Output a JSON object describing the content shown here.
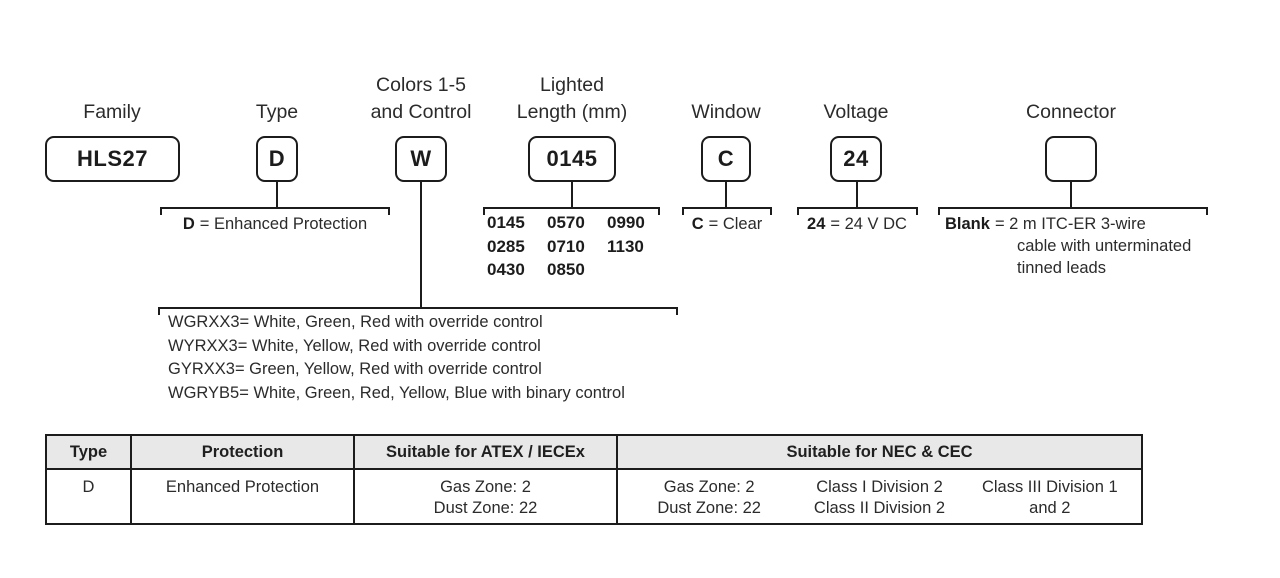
{
  "palette": {
    "ink": "#1c1c1c",
    "text": "#2b2b2b",
    "table_header_bg": "#e8e8e8",
    "background": "#ffffff"
  },
  "fields": [
    {
      "label": "Family",
      "value": "HLS27"
    },
    {
      "label": "Type",
      "value": "D"
    },
    {
      "label": "Colors 1-5",
      "label2": "and Control",
      "value": "W"
    },
    {
      "label": "Lighted",
      "label2": "Length (mm)",
      "value": "0145"
    },
    {
      "label": "Window",
      "value": "C"
    },
    {
      "label": "Voltage",
      "value": "24"
    },
    {
      "label": "Connector",
      "value": ""
    }
  ],
  "notes": {
    "type": {
      "code": "D",
      "desc": "= Enhanced Protection"
    },
    "colors": [
      {
        "code": "WGRXX3",
        "desc": "= White, Green, Red with override control"
      },
      {
        "code": "WYRXX3",
        "desc": "= White, Yellow, Red with override control"
      },
      {
        "code": "GYRXX3",
        "desc": "= Green, Yellow, Red with override control"
      },
      {
        "code": "WGRYB5",
        "desc": "= White, Green, Red, Yellow, Blue with binary control"
      }
    ],
    "lengths": [
      [
        "0145",
        "0570",
        "0990"
      ],
      [
        "0285",
        "0710",
        "1130"
      ],
      [
        "0430",
        "0850",
        ""
      ]
    ],
    "window": {
      "code": "C",
      "desc": "= Clear"
    },
    "voltage": {
      "code": "24",
      "desc": "= 24 V DC"
    },
    "connector": {
      "code": "Blank",
      "desc": "= 2 m ITC-ER 3-wire",
      "desc_line2": "cable with unterminated",
      "desc_line3": "tinned leads"
    }
  },
  "table": {
    "headers": [
      "Type",
      "Protection",
      "Suitable for ATEX / IECEx",
      "Suitable for NEC & CEC"
    ],
    "row": {
      "type": "D",
      "protection": "Enhanced Protection",
      "atex_line1": "Gas Zone: 2",
      "atex_line2": "Dust Zone: 22",
      "nec": [
        {
          "line1": "Gas Zone: 2",
          "line2": "Dust Zone: 22"
        },
        {
          "line1": "Class I Division 2",
          "line2": "Class II Division 2"
        },
        {
          "line1": "Class III Division 1",
          "line2": "and 2"
        }
      ]
    }
  }
}
